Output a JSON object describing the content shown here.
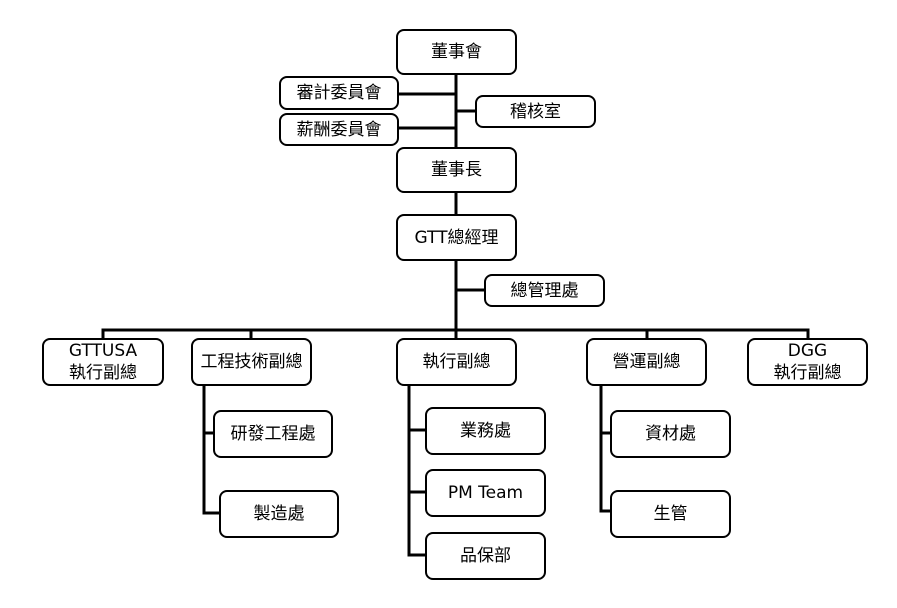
{
  "org": {
    "board": "董事會",
    "audit_committee": "審計委員會",
    "remuneration_committee": "薪酬委員會",
    "internal_audit": "稽核室",
    "chairman": "董事長",
    "president": "GTT總經理",
    "general_admin": "總管理處",
    "gttusa_vp": {
      "line1": "GTTUSA",
      "line2": "執行副總"
    },
    "engineering_vp": "工程技術副總",
    "rd_engineering": "研發工程處",
    "manufacturing": "製造處",
    "executive_vp": "執行副總",
    "sales": "業務處",
    "pm_team": "PM Team",
    "quality_assurance": "品保部",
    "operations_vp": "營運副總",
    "materials": "資材處",
    "production_control": "生管",
    "dgg_vp": {
      "line1": "DGG",
      "line2": "執行副總"
    }
  }
}
